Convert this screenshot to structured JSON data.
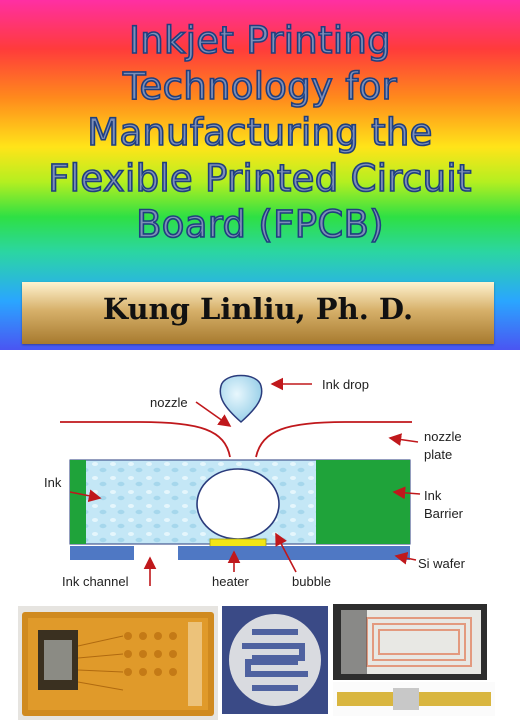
{
  "title_lines": [
    "Inkjet Printing",
    "Technology for",
    "Manufacturing the",
    "Flexible Printed Circuit",
    "Board (FPCB)"
  ],
  "author": "Kung Linliu, Ph. D.",
  "diagram": {
    "labels": {
      "ink_drop": "Ink drop",
      "nozzle": "nozzle",
      "nozzle_plate_1": "nozzle",
      "nozzle_plate_2": "plate",
      "ink": "Ink",
      "ink_barrier_1": "Ink",
      "ink_barrier_2": "Barrier",
      "si_wafer": "Si wafer",
      "ink_channel": "Ink channel",
      "heater": "heater",
      "bubble": "bubble"
    },
    "colors": {
      "arrows": "#c0181c",
      "barrier": "#1fa33a",
      "wafer": "#4f78c4",
      "heater": "#f2e615",
      "ink": "#bfe6f5",
      "outline": "#2a3b7c"
    }
  },
  "photos": [
    "flexible-circuit-photo",
    "printed-antenna-photo",
    "rfid-tag-photo",
    "printed-strip-photo"
  ]
}
